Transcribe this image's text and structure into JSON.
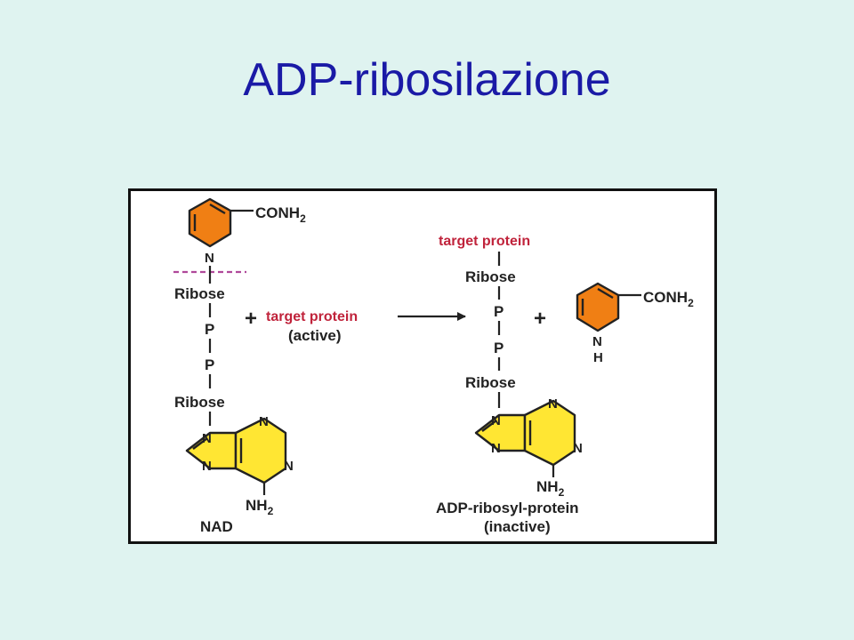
{
  "slide": {
    "title": "ADP-ribosilazione"
  },
  "colors": {
    "background": "#dff3f0",
    "title": "#1a1aa6",
    "nicotinamide_ring": "#f07f14",
    "adenine_ring": "#ffe633",
    "protein_label": "#c0233b",
    "cleavage_line": "#b0489a"
  },
  "icons": {
    "reaction_arrow": "right-arrow-icon",
    "plus": "plus-sign"
  },
  "diagram": {
    "nad": {
      "conh2": "CONH",
      "conh2_sub": "2",
      "ring_n": "N",
      "ribose1": "Ribose",
      "p1": "P",
      "p2": "P",
      "ribose2": "Ribose",
      "adenine_n1": "N",
      "adenine_n3": "N",
      "adenine_n7": "N",
      "adenine_n9": "N",
      "nh2": "NH",
      "nh2_sub": "2",
      "name": "NAD"
    },
    "plus1": "+",
    "reactant": {
      "label": "target protein",
      "state": "(active)"
    },
    "product": {
      "protein": "target protein",
      "ribose1": "Ribose",
      "p1": "P",
      "p2": "P",
      "ribose2": "Ribose",
      "adenine_n1": "N",
      "adenine_n3": "N",
      "adenine_n7": "N",
      "adenine_n9": "N",
      "nh2": "NH",
      "nh2_sub": "2",
      "name": "ADP-ribosyl-protein",
      "state": "(inactive)"
    },
    "plus2": "+",
    "nicotinamide": {
      "conh2": "CONH",
      "conh2_sub": "2",
      "ring_n": "N",
      "ring_h": "H"
    }
  }
}
